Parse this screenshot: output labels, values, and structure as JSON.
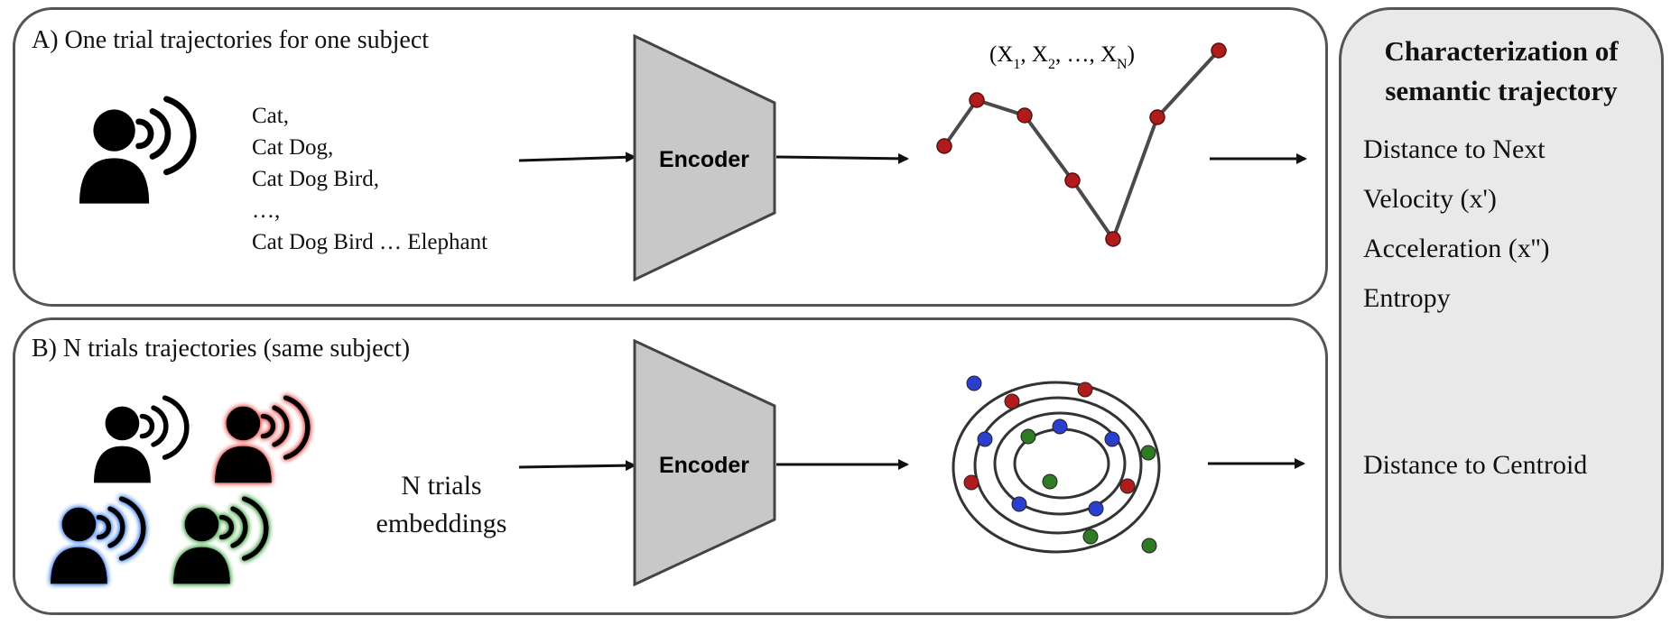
{
  "panel_a": {
    "title": "A) One trial trajectories for one subject",
    "words": [
      "Cat,",
      "Cat Dog,",
      "Cat Dog Bird,",
      "…,",
      "Cat Dog Bird … Elephant"
    ],
    "encoder_label": "Encoder",
    "sequence": {
      "open": "(X",
      "sub1": "1",
      "sep1": ", X",
      "sub2": "2",
      "sep2": ", …, X",
      "subN": "N",
      "close": ")"
    }
  },
  "panel_b": {
    "title": "B) N trials trajectories (same subject)",
    "embeddings_line1": "N trials",
    "embeddings_line2": "embeddings",
    "encoder_label": "Encoder"
  },
  "panel_c": {
    "title_line1": "Characterization of",
    "title_line2": "semantic trajectory",
    "items": [
      "Distance to Next",
      "Velocity (x')",
      "Acceleration (x'')",
      "Entropy"
    ],
    "centroid_item": "Distance to Centroid"
  },
  "colors": {
    "panel_border": "#555555",
    "encoder_fill": "#c8c8c8",
    "right_panel_fill": "#e9e9e9",
    "point_red": "#b01c1c",
    "point_blue": "#2b3fcf",
    "point_green": "#2f7a25",
    "line": "#4a4a4a",
    "glow_red": "#e24a4a",
    "glow_blue": "#3c7be8",
    "glow_green": "#3c9a3c"
  },
  "icons": [
    "speaking-person-icon",
    "speaking-person-icon-red",
    "speaking-person-icon-blue",
    "speaking-person-icon-green"
  ]
}
